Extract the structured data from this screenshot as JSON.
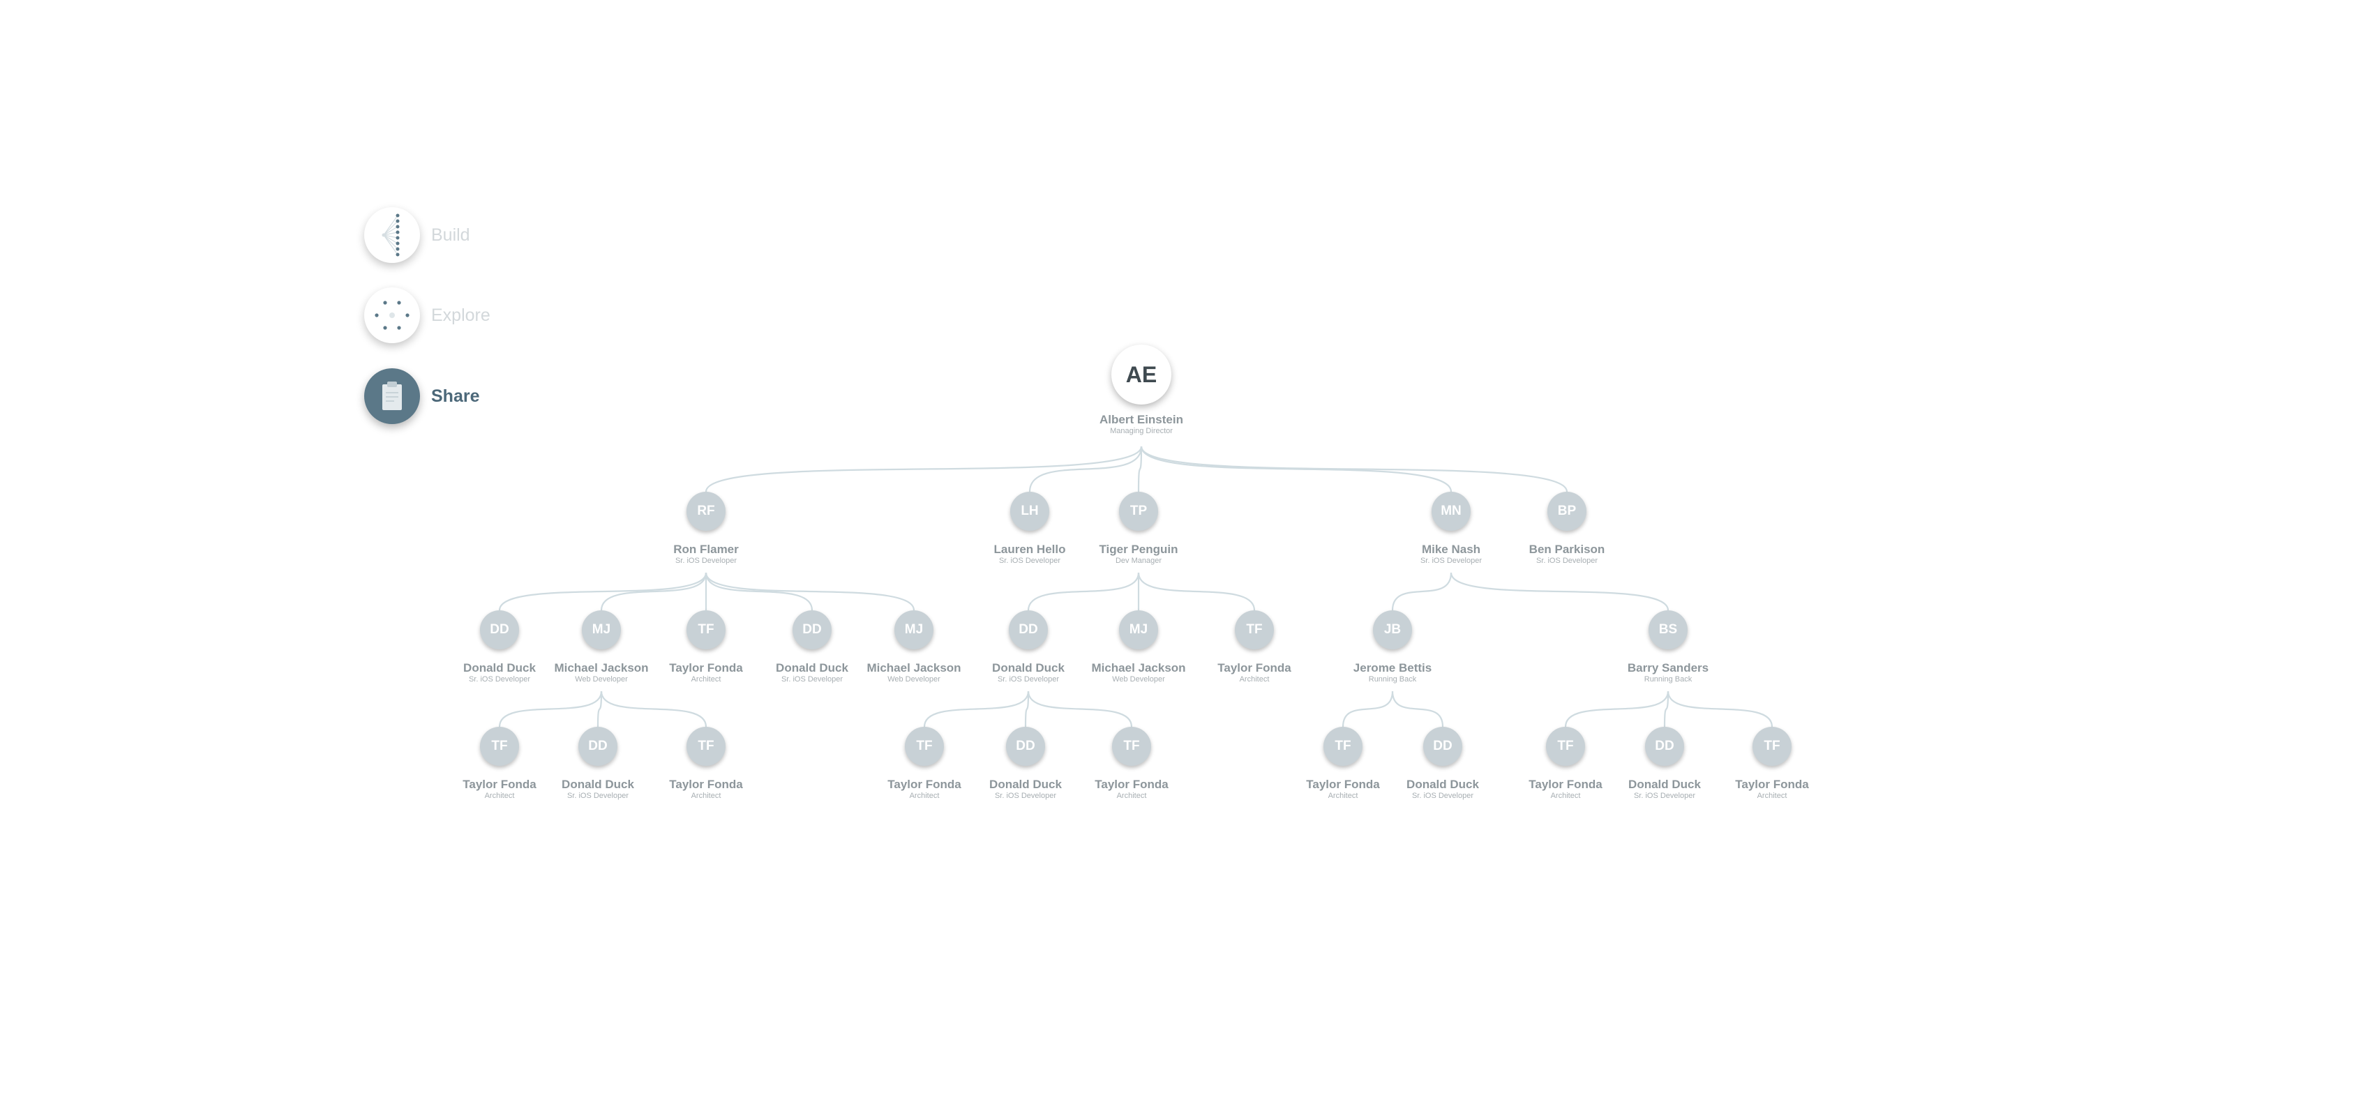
{
  "menu": [
    {
      "key": "build",
      "label": "Build",
      "icon": "build-tree-icon",
      "active": false
    },
    {
      "key": "explore",
      "label": "Explore",
      "icon": "explore-dots-icon",
      "active": false
    },
    {
      "key": "share",
      "label": "Share",
      "icon": "clipboard-icon",
      "active": true
    }
  ],
  "colors": {
    "accent": "#5b7888",
    "avatar": "#c8d1d6",
    "connector": "#cfdbe0",
    "label": "#8d969b"
  },
  "org": {
    "initials": "AE",
    "name": "Albert Einstein",
    "role": "Managing Director",
    "children": [
      {
        "initials": "RF",
        "name": "Ron Flamer",
        "role": "Sr. iOS Developer",
        "children": [
          {
            "initials": "DD",
            "name": "Donald Duck",
            "role": "Sr. iOS Developer"
          },
          {
            "initials": "MJ",
            "name": "Michael Jackson",
            "role": "Web Developer",
            "children": [
              {
                "initials": "TF",
                "name": "Taylor Fonda",
                "role": "Architect"
              },
              {
                "initials": "DD",
                "name": "Donald Duck",
                "role": "Sr. iOS Developer"
              },
              {
                "initials": "TF",
                "name": "Taylor Fonda",
                "role": "Architect"
              }
            ]
          },
          {
            "initials": "TF",
            "name": "Taylor Fonda",
            "role": "Architect"
          },
          {
            "initials": "DD",
            "name": "Donald Duck",
            "role": "Sr. iOS Developer"
          },
          {
            "initials": "MJ",
            "name": "Michael Jackson",
            "role": "Web Developer"
          }
        ]
      },
      {
        "initials": "LH",
        "name": "Lauren Hello",
        "role": "Sr. iOS Developer"
      },
      {
        "initials": "TP",
        "name": "Tiger Penguin",
        "role": "Dev Manager",
        "children": [
          {
            "initials": "DD",
            "name": "Donald Duck",
            "role": "Sr. iOS Developer",
            "children": [
              {
                "initials": "TF",
                "name": "Taylor Fonda",
                "role": "Architect"
              },
              {
                "initials": "DD",
                "name": "Donald Duck",
                "role": "Sr. iOS Developer"
              },
              {
                "initials": "TF",
                "name": "Taylor Fonda",
                "role": "Architect"
              }
            ]
          },
          {
            "initials": "MJ",
            "name": "Michael Jackson",
            "role": "Web Developer"
          },
          {
            "initials": "TF",
            "name": "Taylor Fonda",
            "role": "Architect"
          }
        ]
      },
      {
        "initials": "MN",
        "name": "Mike Nash",
        "role": "Sr. iOS Developer",
        "children": [
          {
            "initials": "JB",
            "name": "Jerome Bettis",
            "role": "Running Back",
            "children": [
              {
                "initials": "TF",
                "name": "Taylor Fonda",
                "role": "Architect"
              },
              {
                "initials": "DD",
                "name": "Donald Duck",
                "role": "Sr. iOS Developer"
              }
            ]
          },
          {
            "initials": "BS",
            "name": "Barry Sanders",
            "role": "Running Back",
            "children": [
              {
                "initials": "TF",
                "name": "Taylor Fonda",
                "role": "Architect"
              },
              {
                "initials": "DD",
                "name": "Donald Duck",
                "role": "Sr. iOS Developer"
              },
              {
                "initials": "TF",
                "name": "Taylor Fonda",
                "role": "Architect"
              }
            ]
          }
        ]
      },
      {
        "initials": "BP",
        "name": "Ben Parkison",
        "role": "Sr. iOS Developer"
      }
    ]
  }
}
